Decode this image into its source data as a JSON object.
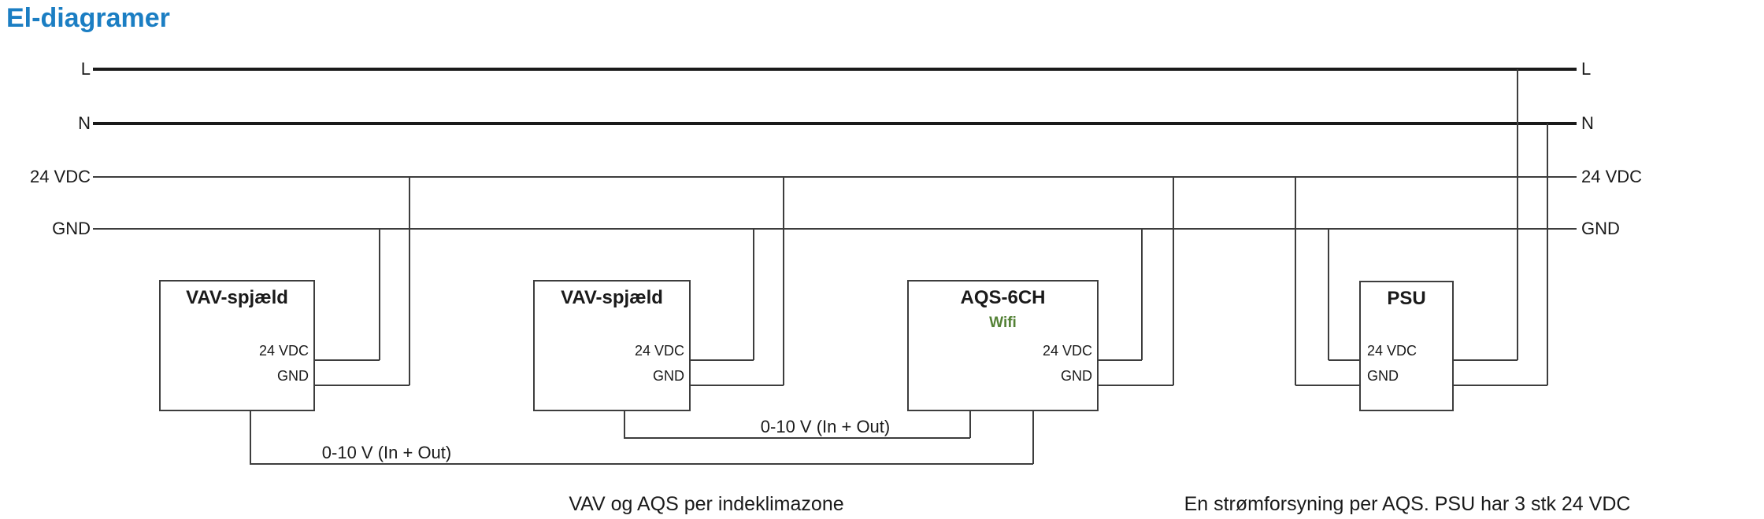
{
  "title": "El-diagramer",
  "rails": {
    "left": {
      "l": "L",
      "n": "N",
      "vdc": "24 VDC",
      "gnd": "GND"
    },
    "right": {
      "l": "L",
      "n": "N",
      "vdc": "24 VDC",
      "gnd": "GND"
    }
  },
  "boxes": {
    "vav1": {
      "title": "VAV-spjæld",
      "pin_24vdc": "24 VDC",
      "pin_gnd": "GND"
    },
    "vav2": {
      "title": "VAV-spjæld",
      "pin_24vdc": "24 VDC",
      "pin_gnd": "GND"
    },
    "aqs": {
      "title": "AQS-6CH",
      "subtitle": "Wifi",
      "pin_24vdc": "24 VDC",
      "pin_gnd": "GND"
    },
    "psu": {
      "title": "PSU",
      "pin_24vdc": "24 VDC",
      "pin_gnd": "GND"
    }
  },
  "signals": {
    "vav1_aqs": "0-10 V (In + Out)",
    "vav2_aqs": "0-10 V (In + Out)"
  },
  "captions": {
    "zone": "VAV og AQS per indeklimazone",
    "psu": "En strømforsyning per AQS. PSU har 3 stk 24 VDC"
  },
  "colors": {
    "title_blue": "#1B7EC3",
    "wifi_green": "#538135",
    "wire_gray": "#3d3d3d",
    "rail_black": "#1a1a1a"
  }
}
